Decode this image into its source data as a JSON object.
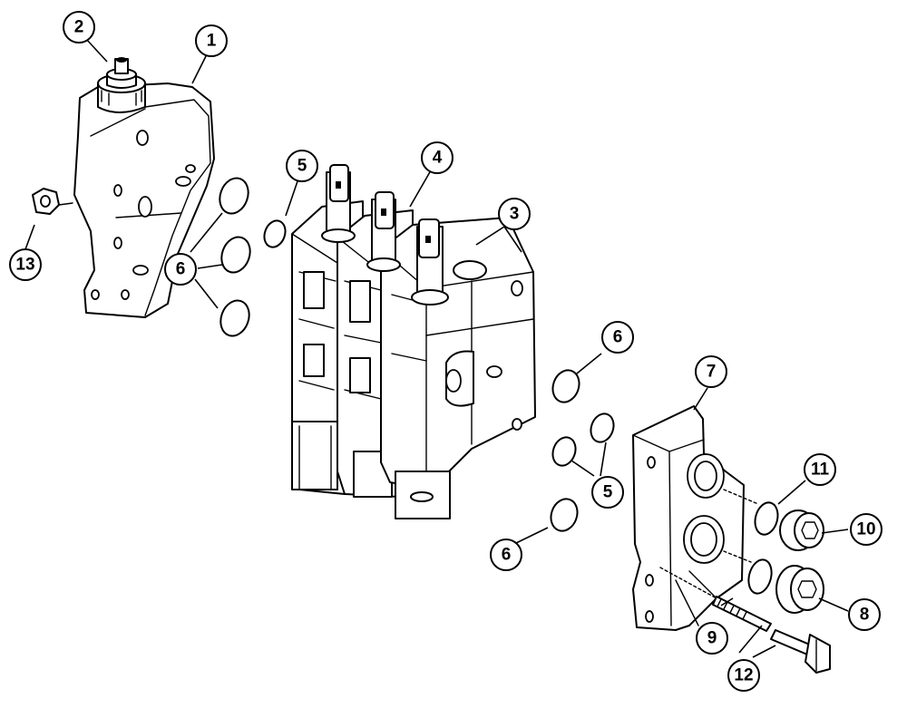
{
  "callouts": [
    {
      "id": "c1",
      "label": "1"
    },
    {
      "id": "c2",
      "label": "2"
    },
    {
      "id": "c3",
      "label": "3"
    },
    {
      "id": "c4",
      "label": "4"
    },
    {
      "id": "c5a",
      "label": "5"
    },
    {
      "id": "c5b",
      "label": "5"
    },
    {
      "id": "c6a",
      "label": "6"
    },
    {
      "id": "c6b",
      "label": "6"
    },
    {
      "id": "c6c",
      "label": "6"
    },
    {
      "id": "c7",
      "label": "7"
    },
    {
      "id": "c8",
      "label": "8"
    },
    {
      "id": "c9",
      "label": "9"
    },
    {
      "id": "c10",
      "label": "10"
    },
    {
      "id": "c11",
      "label": "11"
    },
    {
      "id": "c12",
      "label": "12"
    },
    {
      "id": "c13",
      "label": "13"
    }
  ]
}
